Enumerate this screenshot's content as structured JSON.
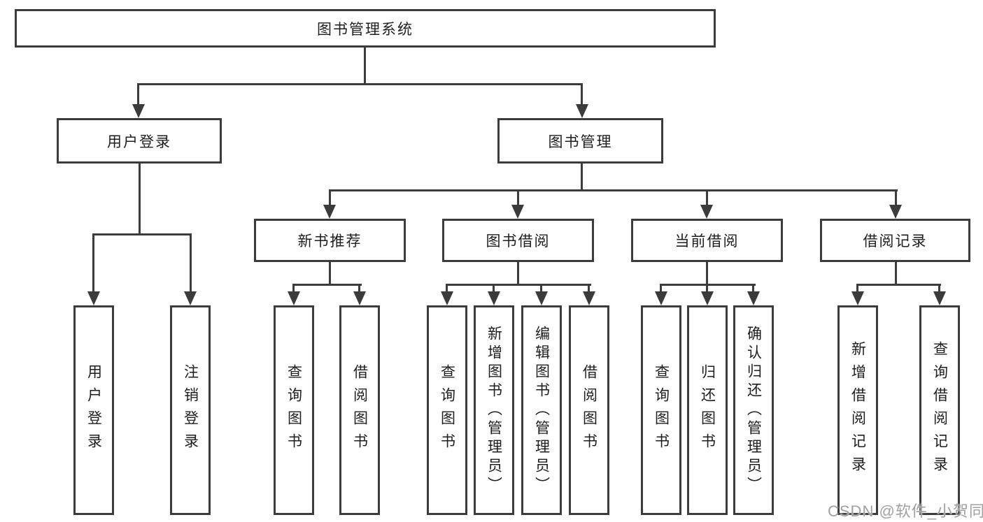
{
  "colors": {
    "background": "#ffffff",
    "line": "#3b3b3b",
    "text": "#1e1e1e",
    "watermark": "#a0a0a0"
  },
  "diagram": {
    "root": {
      "label": "图书管理系统"
    },
    "level2": [
      {
        "id": "user-login",
        "label": "用户登录"
      },
      {
        "id": "book-management",
        "label": "图书管理"
      }
    ],
    "level3": [
      {
        "id": "new-book-recommend",
        "label": "新书推荐",
        "parent": "图书管理"
      },
      {
        "id": "book-borrow",
        "label": "图书借阅",
        "parent": "图书管理"
      },
      {
        "id": "current-borrow",
        "label": "当前借阅",
        "parent": "图书管理"
      },
      {
        "id": "borrow-records",
        "label": "借阅记录",
        "parent": "图书管理"
      }
    ],
    "leaves": [
      {
        "parent": "用户登录",
        "label": "用户登录"
      },
      {
        "parent": "用户登录",
        "label": "注销登录"
      },
      {
        "parent": "新书推荐",
        "label": "查询图书"
      },
      {
        "parent": "新书推荐",
        "label": "借阅图书"
      },
      {
        "parent": "图书借阅",
        "label": "查询图书"
      },
      {
        "parent": "图书借阅",
        "label": "新增图书（管理员）"
      },
      {
        "parent": "图书借阅",
        "label": "编辑图书（管理员）"
      },
      {
        "parent": "图书借阅",
        "label": "借阅图书"
      },
      {
        "parent": "当前借阅",
        "label": "查询图书"
      },
      {
        "parent": "当前借阅",
        "label": "归还图书"
      },
      {
        "parent": "当前借阅",
        "label": "确认归还（管理员）"
      },
      {
        "parent": "借阅记录",
        "label": "新增借阅记录"
      },
      {
        "parent": "借阅记录",
        "label": "查询借阅记录"
      }
    ]
  },
  "watermark": {
    "text": "CSDN @软件_小贺同学"
  }
}
